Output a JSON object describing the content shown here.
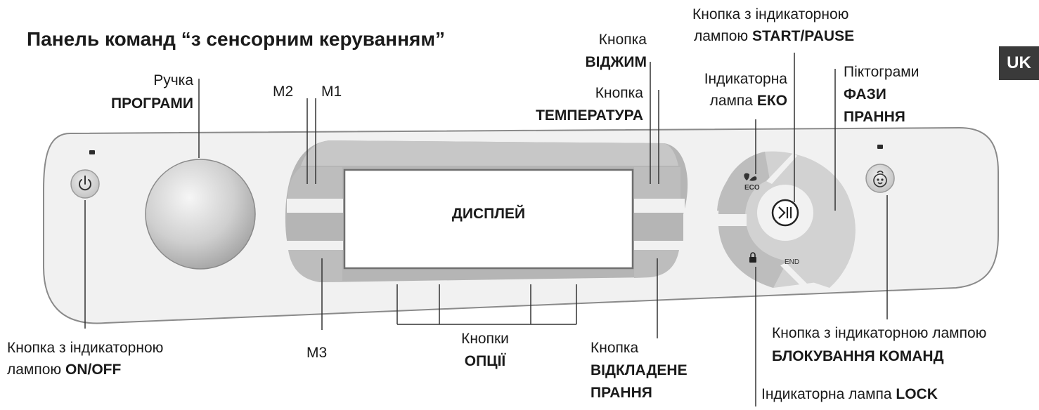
{
  "title": "Панель команд “з сенсорним керуванням”",
  "region_badge": "UK",
  "display_label": "ДИСПЛЕЙ",
  "eco_text": "ECO",
  "end_text": "END",
  "labels": {
    "program_knob": {
      "line1": "Ручка",
      "line2": "ПРОГРАМИ"
    },
    "m2": "M2",
    "m1": "M1",
    "m3": "M3",
    "spin_button": {
      "line1": "Кнопка",
      "line2": "ВІДЖИМ"
    },
    "temperature_button": {
      "line1": "Кнопка",
      "line2": "ТЕМПЕРАТУРА"
    },
    "start_pause": {
      "line1": "Кнопка з індикаторною",
      "line2_prefix": "лампою ",
      "line2_bold": "START/PAUSE"
    },
    "eco_lamp": {
      "line1": "Індикаторна",
      "line2_prefix": "лампа ",
      "line2_bold": "ЕКО"
    },
    "wash_phases": {
      "line1": "Піктограми",
      "line2": "ФАЗИ",
      "line3": "ПРАННЯ"
    },
    "on_off": {
      "line1": "Кнопка з індикаторною",
      "line2_prefix": "лампою ",
      "line2_bold": "ON/OFF"
    },
    "options": {
      "line1": "Кнопки",
      "line2": "ОПЦІЇ"
    },
    "delay_start": {
      "line1": "Кнопка",
      "line2": "ВІДКЛАДЕНЕ",
      "line3": "ПРАННЯ"
    },
    "child_lock_button": {
      "line1": "Кнопка з індикаторною лампою",
      "line2": "БЛОКУВАННЯ КОМАНД"
    },
    "lock_lamp": {
      "line1_prefix": "Індикаторна лампа ",
      "line1_bold": "LOCK"
    }
  },
  "colors": {
    "panel_fill": "#f1f1f1",
    "panel_stroke": "#8a8a8a",
    "dark_gray": "#b5b5b5",
    "light_gray": "#d2d2d2",
    "leader": "#333333"
  }
}
